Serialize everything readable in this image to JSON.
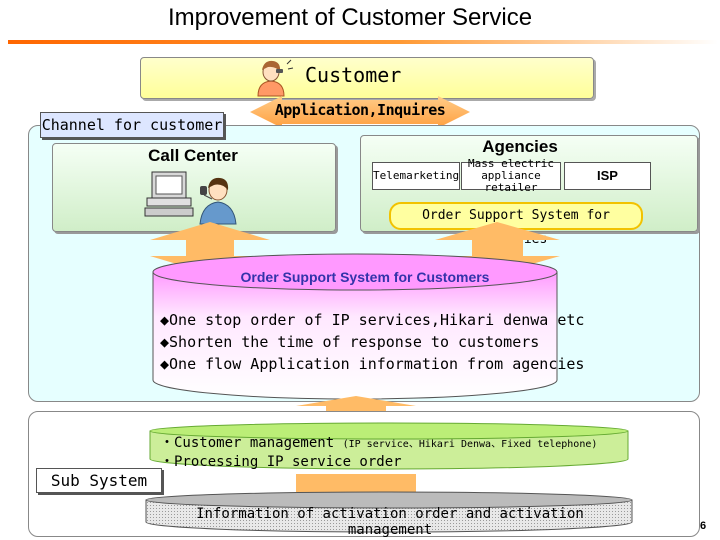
{
  "title": "Improvement of Customer Service",
  "customer": {
    "label": "Customer"
  },
  "application_label": "Application,Inquires",
  "channel": {
    "tag": "Channel for customer"
  },
  "call_center": {
    "label": "Call Center"
  },
  "agencies": {
    "label": "Agencies",
    "items": [
      "Telemarketing",
      "Mass electric appliance retailer",
      "ISP"
    ],
    "order_support": "Order Support System for Agencies"
  },
  "customer_oss": {
    "label": "Order Support System for Customers",
    "bullets": [
      "◆One stop order of IP services,Hikari denwa etc",
      "◆Shorten the time of response to customers",
      "◆One flow Application information from agencies"
    ]
  },
  "subsystem": {
    "tag": "Sub System",
    "line1_main": "・Customer management",
    "line1_note": "(IP service、Hikari Denwa、Fixed telephone)",
    "line2": "・Processing IP service order",
    "activation": "Information of activation order and activation management"
  },
  "page_number": "6",
  "colors": {
    "title_rule": "#ff6600",
    "arrow": "#ffbb66",
    "channel_bg": "#e6ffff",
    "cylinder": "#ffccff"
  }
}
